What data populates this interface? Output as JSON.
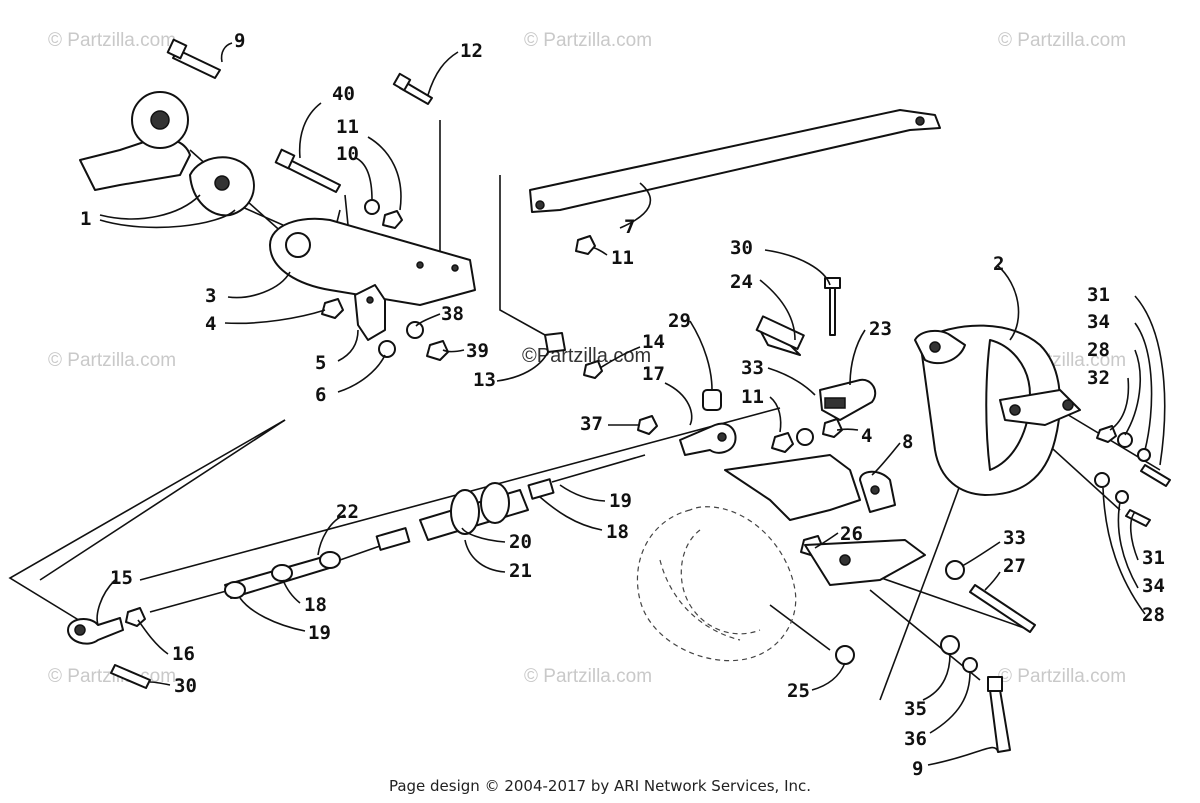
{
  "watermark": "© Partzilla.com",
  "center_watermark": "©Partzilla.com",
  "footer": "Page design © 2004-2017 by ARI Network Services, Inc.",
  "callouts": {
    "c9a": "9",
    "c12": "12",
    "c40": "40",
    "c11a": "11",
    "c10": "10",
    "c1": "1",
    "c7": "7",
    "c11b": "11",
    "c30a": "30",
    "c24": "24",
    "c2": "2",
    "c31a": "31",
    "c34a": "34",
    "c28a": "28",
    "c32": "32",
    "c3": "3",
    "c4a": "4",
    "c38": "38",
    "c5": "5",
    "c39": "39",
    "c6": "6",
    "c14": "14",
    "c13": "13",
    "c29": "29",
    "c17": "17",
    "c23": "23",
    "c33a": "33",
    "c11c": "11",
    "c4b": "4",
    "c37": "37",
    "c8": "8",
    "c22": "22",
    "c19a": "19",
    "c18a": "18",
    "c20": "20",
    "c21": "21",
    "c26": "26",
    "c33b": "33",
    "c31b": "31",
    "c27": "27",
    "c34b": "34",
    "c28b": "28",
    "c15": "15",
    "c18b": "18",
    "c19b": "19",
    "c16": "16",
    "c30b": "30",
    "c25": "25",
    "c35": "35",
    "c36": "36",
    "c9b": "9"
  }
}
